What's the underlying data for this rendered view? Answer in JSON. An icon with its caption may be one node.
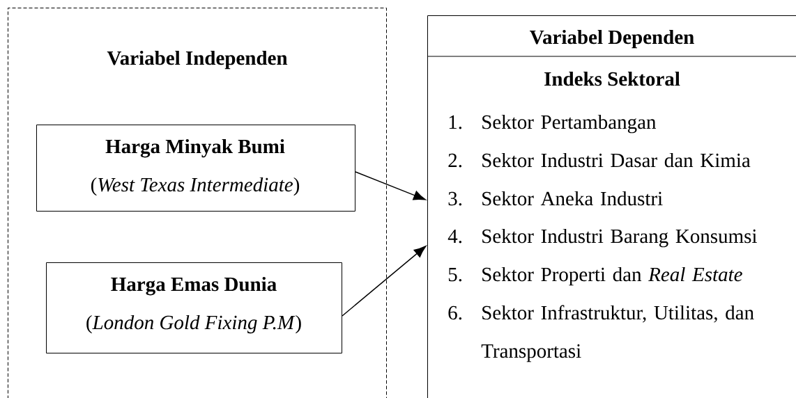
{
  "diagram": {
    "nodes": [
      {
        "text": [
          "Variabel Independen"
        ]
      },
      {
        "text": [
          "Harga Minyak Bumi",
          "(*West Texas Intermediate*)"
        ],
        "in": 0
      },
      {
        "text": [
          "Harga Emas Dunia",
          "(*London Gold Fixing P.M*)"
        ],
        "in": 0
      },
      {
        "text": [
          "Variabel Dependen",
          "Indeks Sektoral",
          "Sektor Pertambangan",
          "Sektor Industri Dasar dan Kimia",
          "Sektor Aneka Industri",
          "Sektor Industri Barang Konsumsi",
          "Sektor Properti dan *Real Estate*",
          "Sektor Infrastruktur, Utilitas, dan Transportasi"
        ]
      }
    ],
    "edges": [
      {
        "from": 1,
        "to": 3,
        "arrow": "to"
      },
      {
        "from": 2,
        "to": 3,
        "arrow": "to"
      }
    ],
    "labels": [
      "1.",
      "2.",
      "3.",
      "4.",
      "5.",
      "6."
    ]
  }
}
